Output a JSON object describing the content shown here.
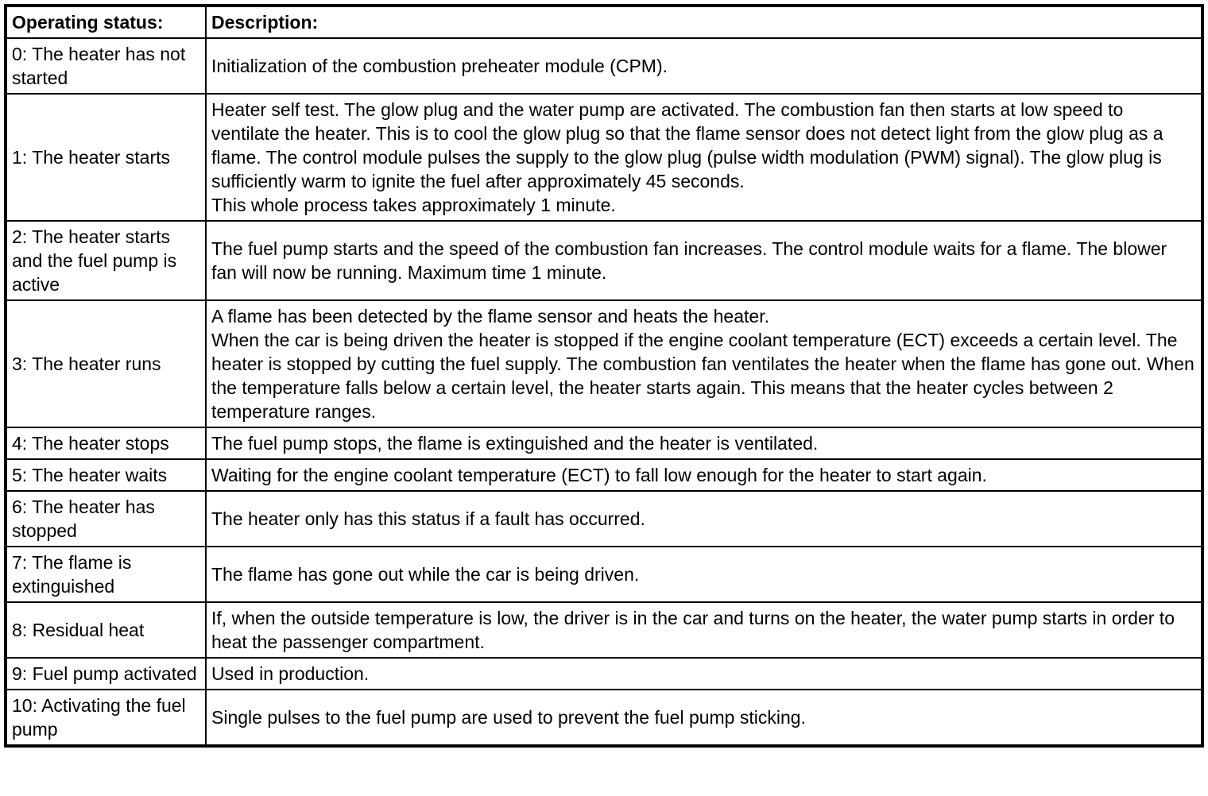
{
  "table": {
    "columns": [
      "Operating status:",
      "Description:"
    ],
    "rows": [
      {
        "status": "0: The heater has not started",
        "description": "Initialization of the combustion preheater module (CPM)."
      },
      {
        "status": "1: The heater starts",
        "description": "Heater self test. The glow plug and the water pump are activated. The combustion fan then starts at low speed to ventilate the heater. This is to cool the glow plug so that the flame sensor does not detect light from the glow plug as a flame. The control module pulses the supply to the glow plug (pulse width modulation (PWM) signal). The glow plug is sufficiently warm to ignite the fuel after approximately 45 seconds.\nThis whole process takes approximately 1 minute."
      },
      {
        "status": "2: The heater starts and the fuel pump is active",
        "description": "The fuel pump starts and the speed of the combustion fan increases. The control module waits for a flame. The blower fan will now be running. Maximum time 1 minute."
      },
      {
        "status": "3: The heater runs",
        "description": "A flame has been detected by the flame sensor and heats the heater.\nWhen the car is being driven the heater is stopped if the engine coolant temperature (ECT) exceeds a certain level. The heater is stopped by cutting the fuel supply. The combustion fan ventilates the heater when the flame has gone out. When the temperature falls below a certain level, the heater starts again. This means that the heater cycles between 2 temperature ranges."
      },
      {
        "status": "4: The heater stops",
        "description": "The fuel pump stops, the flame is extinguished and the heater is ventilated."
      },
      {
        "status": "5: The heater waits",
        "description": "Waiting for the engine coolant temperature (ECT) to fall low enough for the heater to start again."
      },
      {
        "status": "6: The heater has stopped",
        "description": "The heater only has this status if a fault has occurred."
      },
      {
        "status": "7: The flame is extinguished",
        "description": "The flame has gone out while the car is being driven."
      },
      {
        "status": "8: Residual heat",
        "description": "If, when the outside temperature is low, the driver is in the car and turns on the heater, the water pump starts in order to heat the passenger compartment."
      },
      {
        "status": "9: Fuel pump activated",
        "description": "Used in production."
      },
      {
        "status": "10: Activating the fuel pump",
        "description": "Single pulses to the fuel pump are used to prevent the fuel pump sticking."
      }
    ]
  }
}
